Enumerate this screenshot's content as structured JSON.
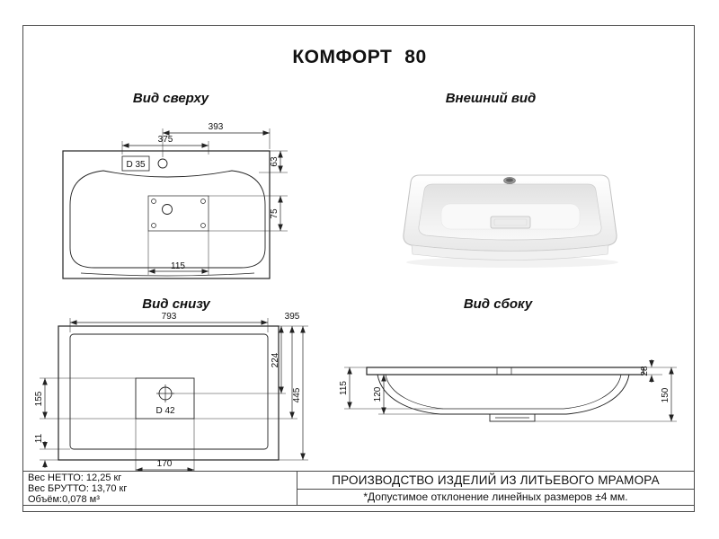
{
  "title": {
    "name": "КОМФОРТ",
    "size": "80"
  },
  "views": {
    "top": {
      "label": "Вид сверху",
      "dims": {
        "width": "393",
        "width_inner": "375",
        "ledge": "63",
        "hole": "D 35",
        "drain_depth": "75",
        "drain_width": "115"
      }
    },
    "external": {
      "label": "Внешний вид"
    },
    "bottom": {
      "label": "Вид снизу",
      "dims": {
        "width_inner": "793",
        "depth_inner": "395",
        "depth_front": "224",
        "depth_back": "155",
        "hole": "D 42",
        "depth_overall": "445",
        "lip": "11",
        "drain_width": "170"
      }
    },
    "side": {
      "label": "Вид сбоку",
      "dims": {
        "bowl_height": "115",
        "bowl_depth": "120",
        "rim": "28",
        "height_overall": "150"
      }
    }
  },
  "footer": {
    "net_weight": "Вес НЕТТО: 12,25 кг",
    "gross_weight": "Вес БРУТТО: 13,70 кг",
    "volume": "Объём:0,078 м³",
    "production": "ПРОИЗВОДСТВО ИЗДЕЛИЙ ИЗ ЛИТЬЕВОГО МРАМОРА",
    "tolerance": "*Допустимое отклонение линейных размеров ±4 мм."
  }
}
